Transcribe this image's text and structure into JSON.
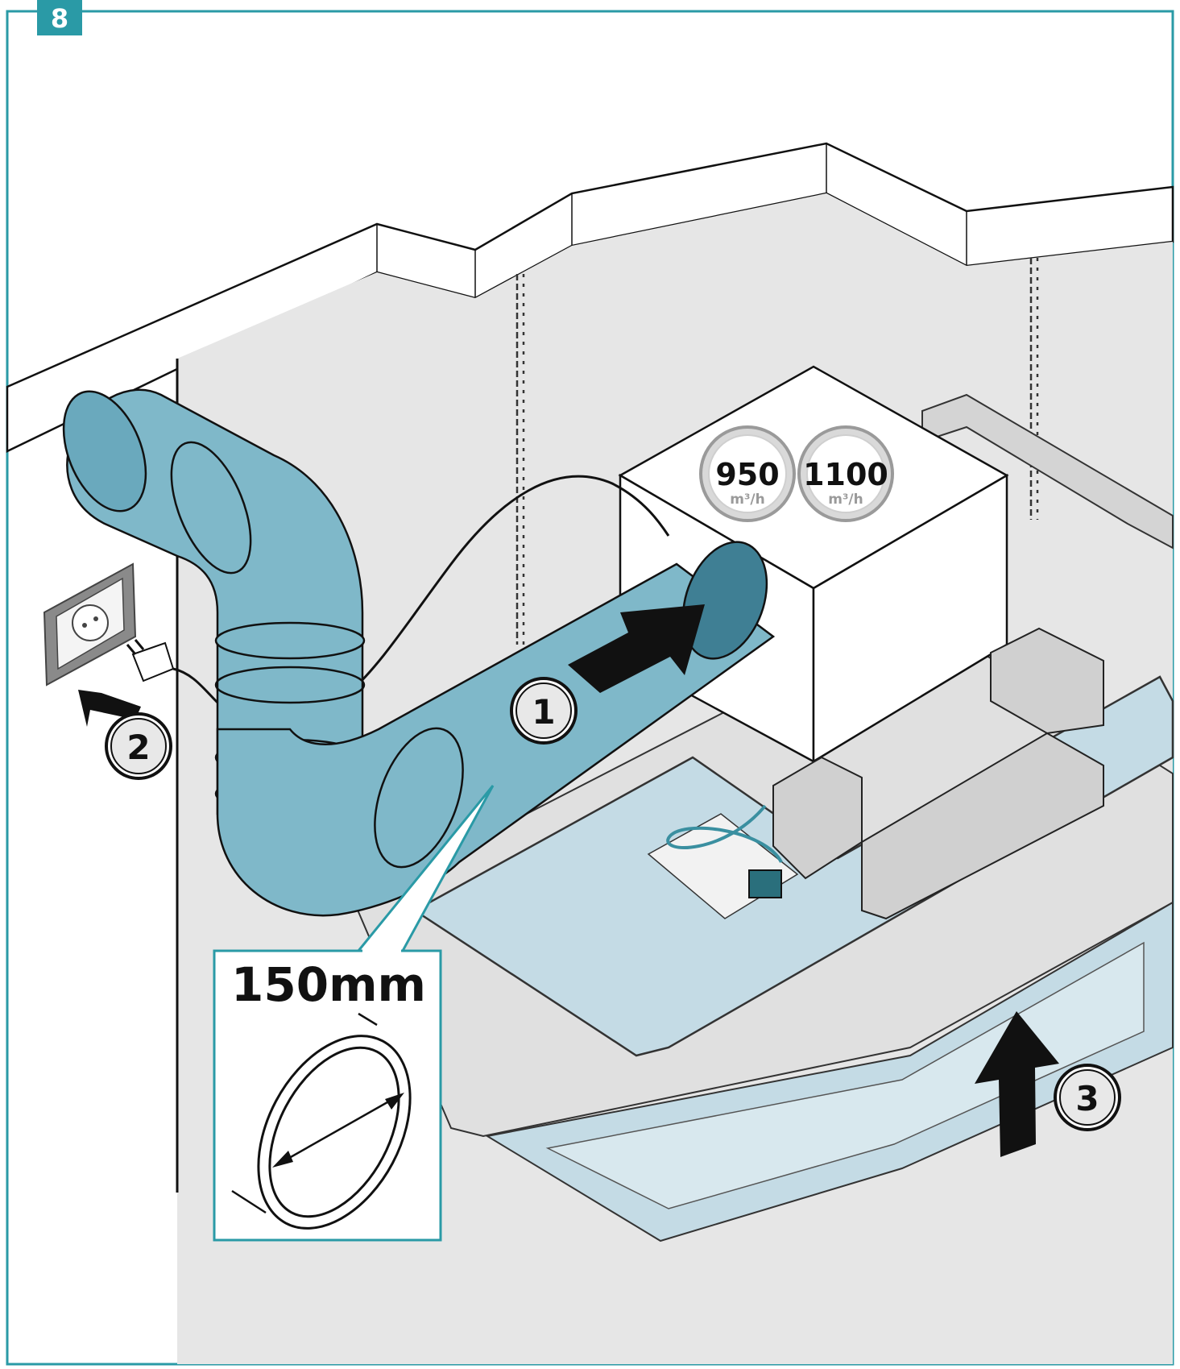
{
  "step": {
    "number": "8",
    "color": "#2a9aa6"
  },
  "colors": {
    "frame": "#2a9aa6",
    "duct": "#7fb8c9",
    "ductDark": "#5f9bb0",
    "panel": "#c4dbe5",
    "wall": "#e6e6e6",
    "ceiling": "#ffffff"
  },
  "airflow": [
    {
      "value": "950",
      "unit": "m³/h"
    },
    {
      "value": "1100",
      "unit": "m³/h"
    }
  ],
  "callouts": [
    {
      "number": "1",
      "arrow": "arrow-right-up"
    },
    {
      "number": "2",
      "arrow": "arrow-up-left"
    },
    {
      "number": "3",
      "arrow": "arrow-up"
    }
  ],
  "duct_diameter": {
    "label": "150mm"
  }
}
